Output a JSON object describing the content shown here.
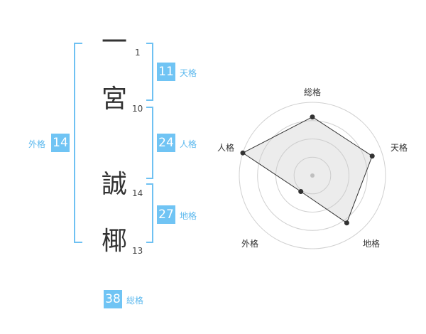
{
  "colors": {
    "accent": "#70c4f4",
    "accent_text": "#5bb8ee",
    "bracket": "#6fc1f2"
  },
  "name": {
    "characters": [
      {
        "char": "一",
        "strokes": "1"
      },
      {
        "char": "宮",
        "strokes": "10"
      },
      {
        "char": "誠",
        "strokes": "14"
      },
      {
        "char": "椰",
        "strokes": "13"
      }
    ]
  },
  "kakusu": {
    "tenkaku": {
      "label": "天格",
      "value": "11"
    },
    "jinkaku": {
      "label": "人格",
      "value": "24"
    },
    "chikaku": {
      "label": "地格",
      "value": "27"
    },
    "gaikaku": {
      "label": "外格",
      "value": "14"
    },
    "soukaku": {
      "label": "総格",
      "value": "38"
    }
  },
  "chart_data": {
    "type": "radar",
    "axes": [
      "総格",
      "天格",
      "地格",
      "外格",
      "人格"
    ],
    "values": [
      0.8,
      0.86,
      0.8,
      0.27,
      1.0
    ],
    "rings": 4,
    "grid": true
  }
}
